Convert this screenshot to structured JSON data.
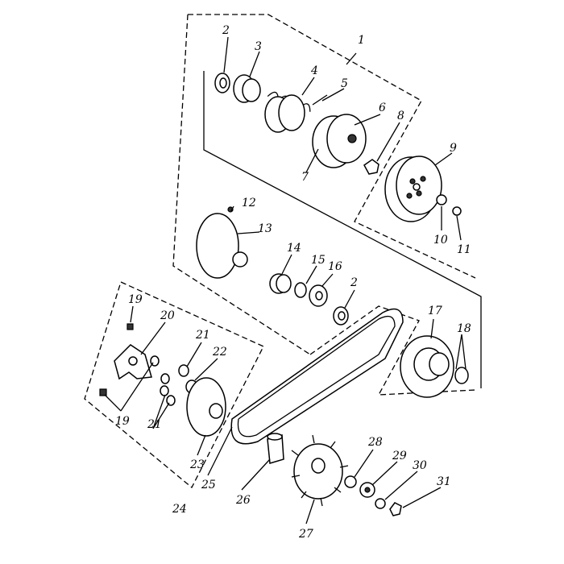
{
  "diagram": {
    "title": "",
    "labels": [
      "1",
      "2",
      "3",
      "4",
      "5",
      "6",
      "7",
      "8",
      "9",
      "10",
      "11",
      "12",
      "13",
      "14",
      "15",
      "16",
      "2",
      "17",
      "18",
      "19",
      "20",
      "21",
      "22",
      "19",
      "21",
      "23",
      "24",
      "25",
      "26",
      "27",
      "28",
      "29",
      "30",
      "31"
    ]
  }
}
